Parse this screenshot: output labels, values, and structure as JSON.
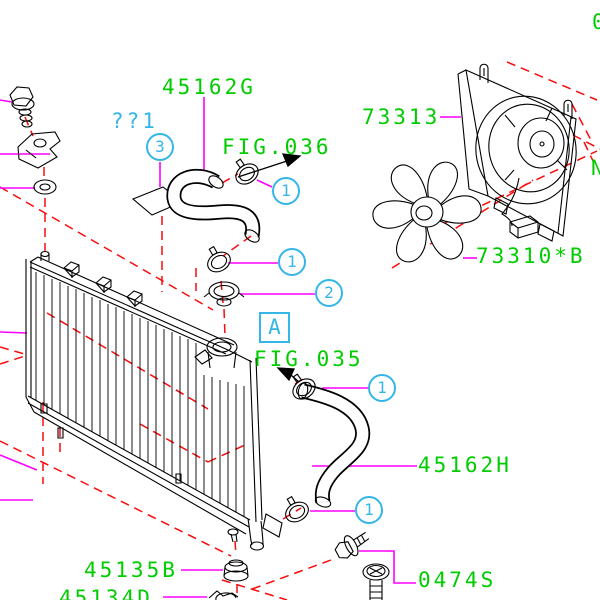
{
  "diagram": {
    "type": "exploded-parts-diagram",
    "colors": {
      "part_label_green": "#00cc00",
      "callout_cyan": "#35b6e8",
      "leader_magenta": "#ff00ff",
      "alignment_red": "#fa0a0a",
      "artwork_black": "#000000",
      "background": "#ffffff"
    },
    "labels": {
      "upper_hose": "45162G",
      "fig_upper": "FIG.036",
      "unknown_callout": "??1",
      "fan_shroud": "73313",
      "fan_blade": "73310*B",
      "fig_lower": "FIG.035",
      "lower_hose": "45162H",
      "cushion": "45135B",
      "bracket_lower": "45134D",
      "bolt": "0474S",
      "partial_top_right": "0",
      "partial_mid_right": "N"
    },
    "callouts": {
      "one": "1",
      "two": "2",
      "three": "3"
    },
    "section_marker": "A"
  }
}
